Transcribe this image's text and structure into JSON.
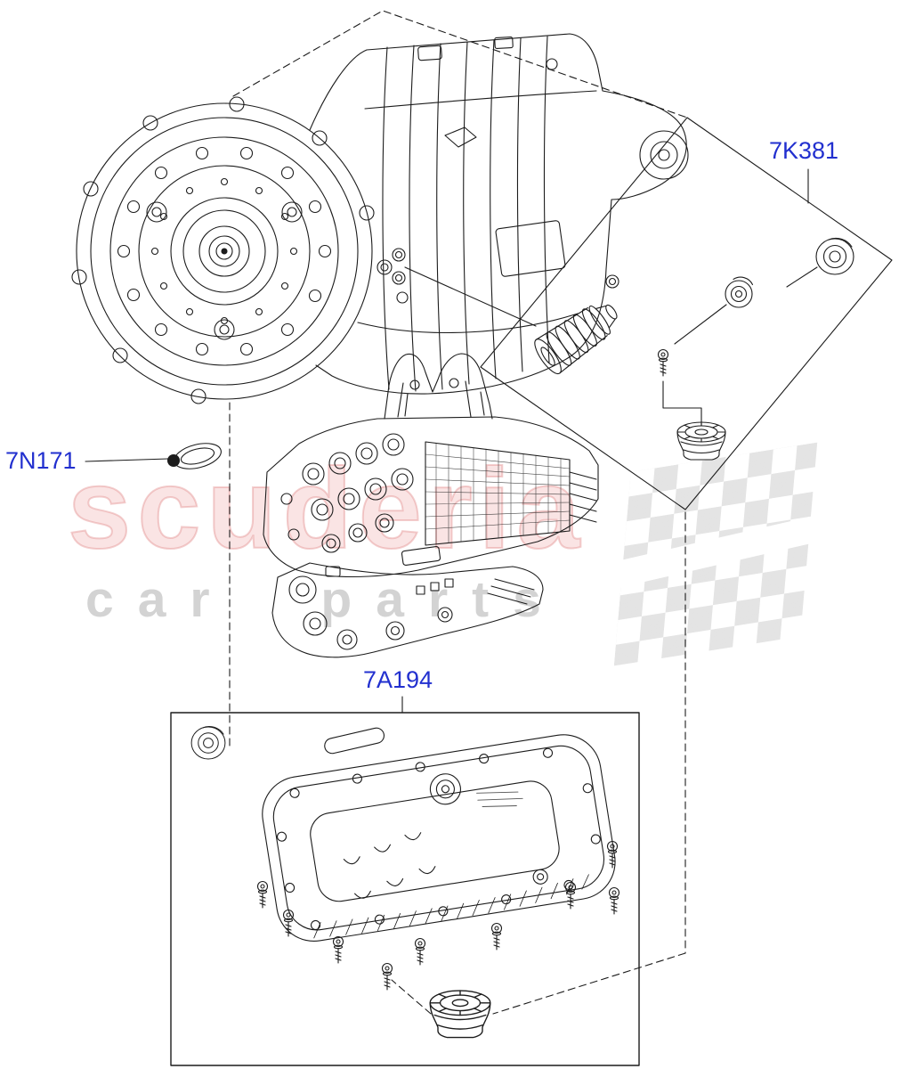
{
  "watermark": {
    "line1": "scuderia",
    "line2": "car parts"
  },
  "labels": {
    "plug_kit": "7K381",
    "seal": "7N171",
    "oil_pan_kit": "7A194"
  },
  "colors": {
    "part_label_blue": "#2230cf",
    "line_color": "#1c1c1c",
    "watermark_pink": "#eaa6a6",
    "watermark_gray": "#aaaaaa",
    "checker_gray": "#d2d2d2"
  }
}
